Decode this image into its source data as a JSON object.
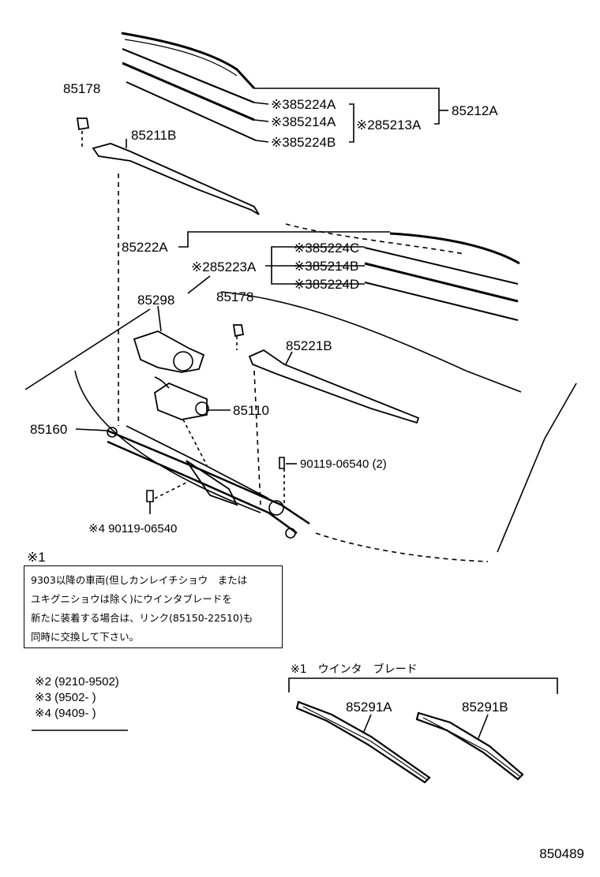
{
  "labels": {
    "p85178_top": "85178",
    "p85211B": "85211B",
    "p85224A": "※385224A",
    "p85214A": "※385214A",
    "p85213A": "※285213A",
    "p85212A": "85212A",
    "p85224B": "※385224B",
    "p85222A": "85222A",
    "p85224C": "※385224C",
    "p85223A": "※285223A",
    "p85214B": "※385214B",
    "p85224D": "※385224D",
    "p85298": "85298",
    "p85178_mid": "85178",
    "p85221B": "85221B",
    "p85110": "85110",
    "p85160": "85160",
    "p90119_2": "90119-06540 (2)",
    "p90119_4": "※4 90119-06540",
    "p85291A": "85291A",
    "p85291B": "85291B"
  },
  "note": {
    "head": "※1",
    "lines": [
      "9303以降の車両(但しカンレイチショウ　または",
      "ユキグニショウは除く)にウインタブレードを",
      "新たに装着する場合は、リンク(85150-22510)も",
      "同時に交換して下さい。"
    ]
  },
  "periods": {
    "p2": "※2 (9210-9502)",
    "p3": "※3 (9502-        )",
    "p4": "※4 (9409-      )"
  },
  "winter_blade": {
    "title": "※1　ウインタ　ブレード"
  },
  "diagram_id": "850489"
}
